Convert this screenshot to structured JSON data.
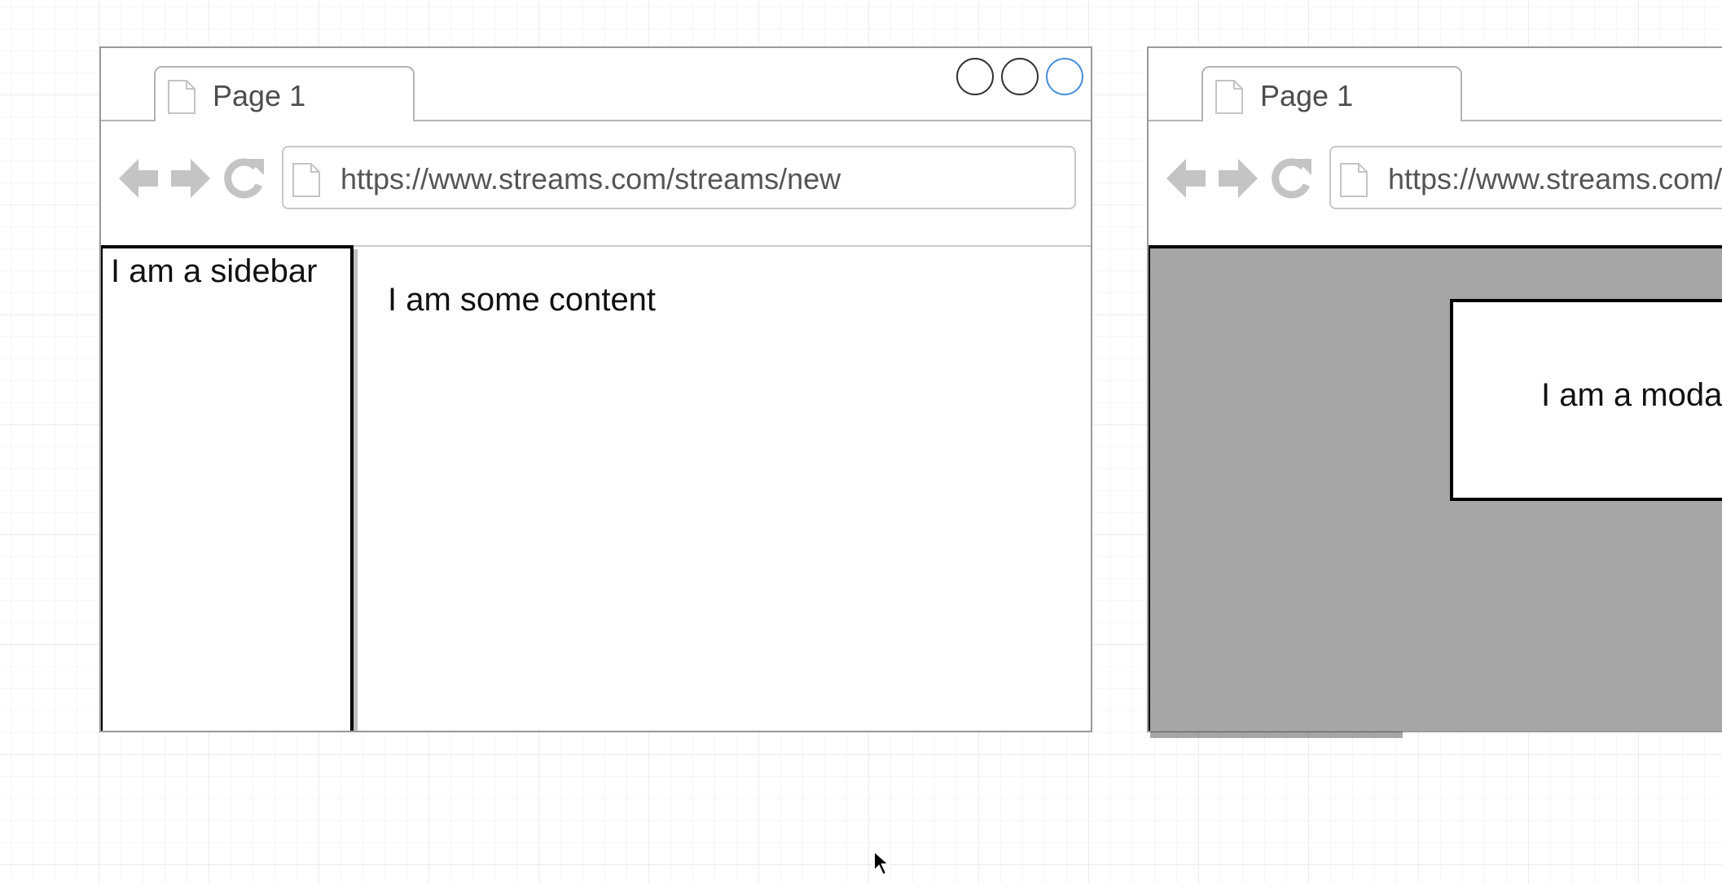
{
  "left_window": {
    "tab_label": "Page 1",
    "url": "https://www.streams.com/streams/new",
    "sidebar_text": "I am a sidebar",
    "content_text": "I am some content"
  },
  "right_window": {
    "tab_label": "Page 1",
    "url": "https://www.streams.com/streams/new",
    "modal_text": "I am a modal"
  },
  "colors": {
    "overlay": "#a6a6a6",
    "active_control": "#4a90d9",
    "icon_gray": "#c4c4c4"
  },
  "icons": [
    "page-icon",
    "back-arrow-icon",
    "forward-arrow-icon",
    "reload-icon",
    "window-control-circle-icon",
    "mouse-cursor-icon"
  ]
}
